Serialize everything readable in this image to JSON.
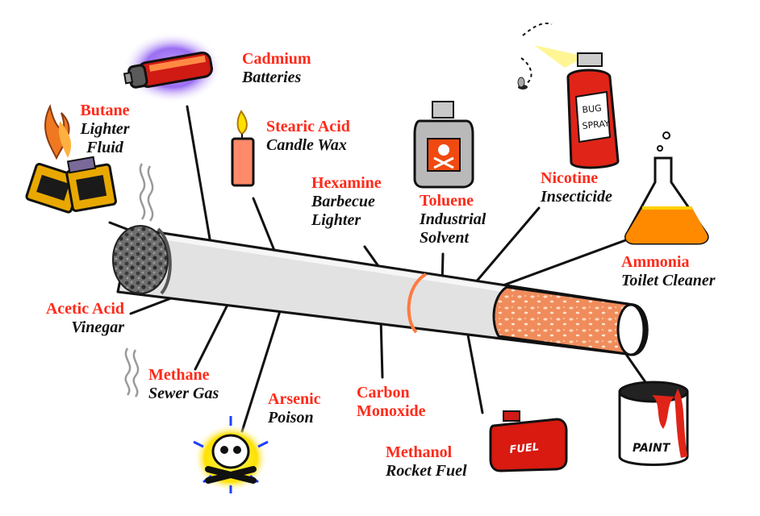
{
  "colors": {
    "chemical": "#ff2a1a",
    "use": "#111111",
    "paper": "#e2e2e2",
    "filter": "#f08c5c",
    "band": "#ff7a40"
  },
  "labels": {
    "cadmium": {
      "chemical": "Cadmium",
      "use": [
        "Batteries"
      ]
    },
    "butane": {
      "chemical": "Butane",
      "use": [
        "Lighter",
        "Fluid"
      ]
    },
    "stearic": {
      "chemical": "Stearic Acid",
      "use": [
        "Candle Wax"
      ]
    },
    "hexamine": {
      "chemical": "Hexamine",
      "use": [
        "Barbecue",
        "Lighter"
      ]
    },
    "toluene": {
      "chemical": "Toluene",
      "use": [
        "Industrial",
        "Solvent"
      ]
    },
    "nicotine": {
      "chemical": "Nicotine",
      "use": [
        "Insecticide"
      ]
    },
    "ammonia": {
      "chemical": "Ammonia",
      "use": [
        "Toilet Cleaner"
      ]
    },
    "acetic": {
      "chemical": "Acetic Acid",
      "use": [
        "Vinegar"
      ]
    },
    "methane": {
      "chemical": "Methane",
      "use": [
        "Sewer Gas"
      ]
    },
    "arsenic": {
      "chemical": "Arsenic",
      "use": [
        "Poison"
      ]
    },
    "carbon": {
      "chemical": [
        "Carbon",
        "Monoxide"
      ],
      "use": []
    },
    "methanol": {
      "chemical": "Methanol",
      "use": [
        "Rocket Fuel"
      ]
    }
  },
  "illustration_text": {
    "bug_spray": [
      "BUG",
      "SPRAY"
    ],
    "fuel": "FUEL",
    "paint": "PAINT"
  },
  "icons": [
    "battery-icon",
    "lighter-icon",
    "candle-icon",
    "solvent-bottle-icon",
    "bug-spray-icon",
    "flask-icon",
    "skull-crossbones-icon",
    "fuel-can-icon",
    "paint-can-icon",
    "smoke-icon",
    "fly-icon"
  ]
}
